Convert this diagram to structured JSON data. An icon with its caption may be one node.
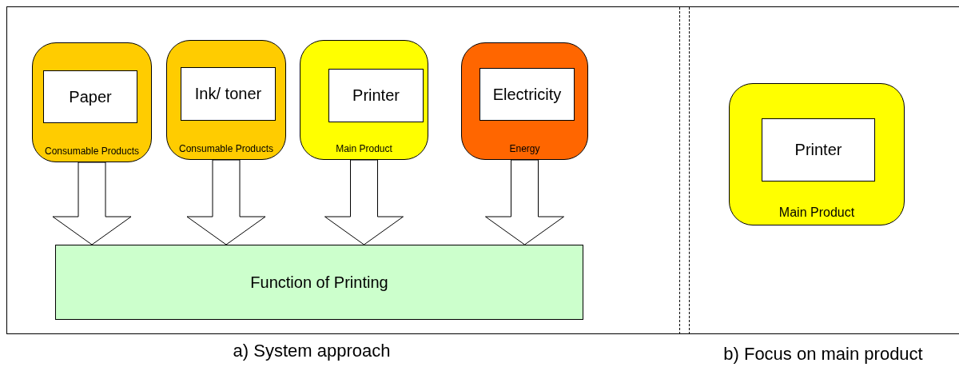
{
  "diagram": {
    "nodes": [
      {
        "text": [
          "Consumable Products"
        ]
      },
      {
        "text": [
          "Paper"
        ],
        "in": 0
      },
      {
        "text": [
          "Consumable Products"
        ]
      },
      {
        "text": [
          "Ink/ toner"
        ],
        "in": 2
      },
      {
        "text": [
          "Main Product"
        ]
      },
      {
        "text": [
          "Printer"
        ],
        "in": 4
      },
      {
        "text": [
          "Energy"
        ]
      },
      {
        "text": [
          "Electricity"
        ],
        "in": 6
      },
      {
        "text": [
          "Function of Printing"
        ]
      },
      {
        "text": [
          "Main Product"
        ]
      },
      {
        "text": [
          "Printer"
        ],
        "in": 9
      }
    ],
    "edges": [
      {
        "from": 0,
        "to": 8,
        "arrow": "to"
      },
      {
        "from": 2,
        "to": 8,
        "arrow": "to"
      },
      {
        "from": 4,
        "to": 8,
        "arrow": "to"
      },
      {
        "from": 6,
        "to": 8,
        "arrow": "to"
      }
    ],
    "labels": [
      "a) System approach",
      "b) Focus on main product"
    ]
  }
}
